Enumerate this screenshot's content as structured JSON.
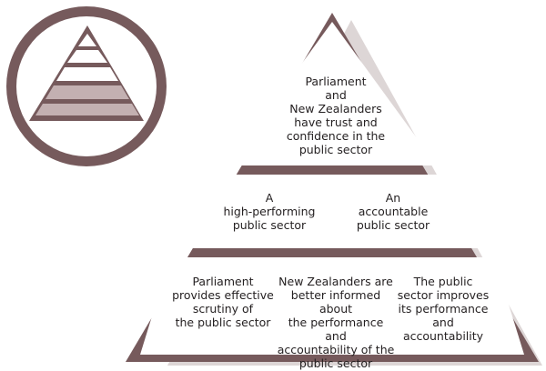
{
  "colors": {
    "frame": "#765a5c",
    "shadow": "#ddd6d6",
    "fill": "#ffffff",
    "icon_light": "#c3b0b1"
  },
  "icon": {
    "name": "pyramid-icon"
  },
  "pyramid": {
    "top": {
      "text": "Parliament\nand\nNew Zealanders\nhave trust and\nconfidence in the\npublic sector"
    },
    "middle": {
      "left": "A\nhigh-performing\npublic sector",
      "right": "An\naccountable\npublic sector"
    },
    "bottom": {
      "col1": "Parliament\nprovides effective\nscrutiny of\nthe public sector",
      "col2": "New Zealanders are\nbetter informed about\nthe performance and\naccountability of the\npublic sector",
      "col3": "The public\nsector improves\nits performance\nand\naccountability"
    }
  }
}
